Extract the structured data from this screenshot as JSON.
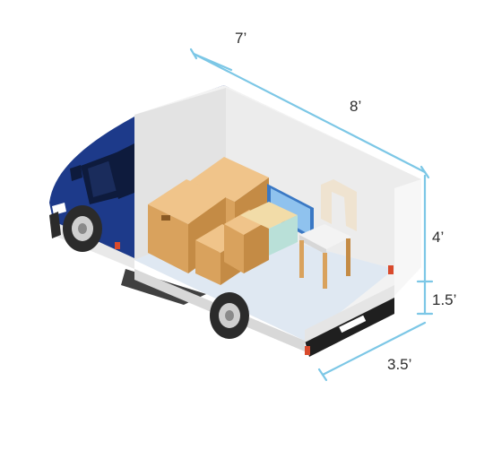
{
  "diagram": {
    "dimensions": {
      "width_label": "7’",
      "length_label": "8’",
      "height_label": "4’",
      "floor_height_label": "1.5’",
      "depth_label": "3.5’"
    },
    "colors": {
      "measure_line": "#7cc7e6",
      "cab_blue": "#1d3a8a",
      "box_cardboard": "#d9a25d",
      "cargo_floor": "#dfe8f2",
      "cargo_wall": "#ececec"
    },
    "icons": [
      "van-cab",
      "cardboard-box",
      "monitor",
      "chair",
      "wheel"
    ]
  }
}
